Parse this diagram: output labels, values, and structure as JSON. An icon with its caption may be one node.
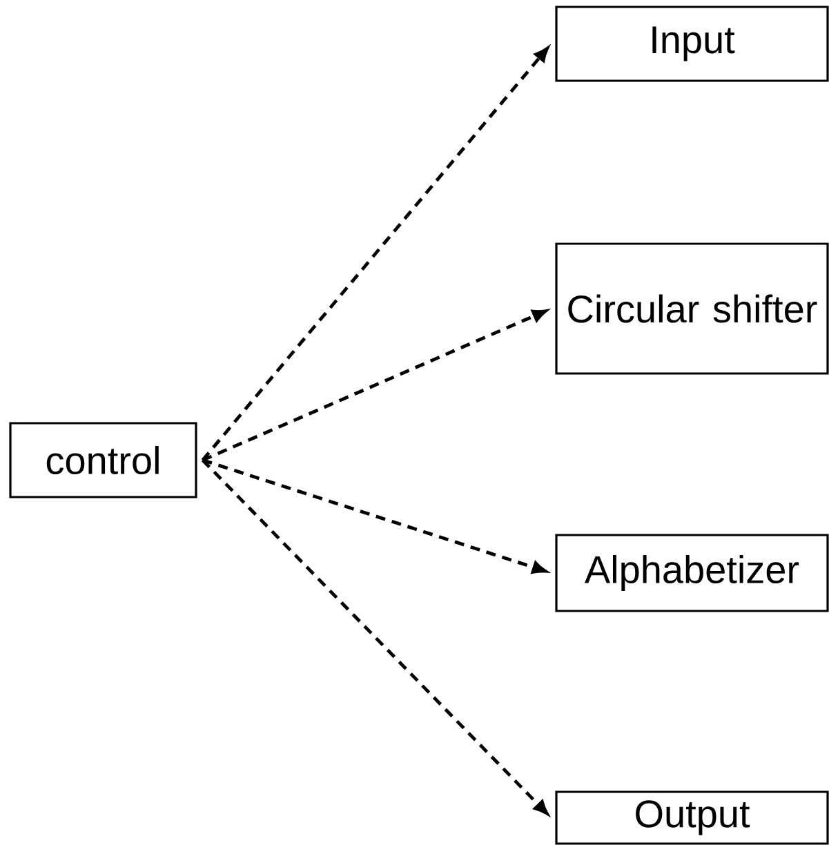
{
  "diagram": {
    "nodes": [
      {
        "text": [
          "control"
        ]
      },
      {
        "text": [
          "Input"
        ]
      },
      {
        "text": [
          "Circular shifter"
        ]
      },
      {
        "text": [
          "Alphabetizer"
        ]
      },
      {
        "text": [
          "Output"
        ]
      }
    ],
    "edges": [
      {
        "from": 0,
        "to": 1,
        "arrow": "to",
        "style": "dashed"
      },
      {
        "from": 0,
        "to": 2,
        "arrow": "to",
        "style": "dashed"
      },
      {
        "from": 0,
        "to": 3,
        "arrow": "to",
        "style": "dashed"
      },
      {
        "from": 0,
        "to": 4,
        "arrow": "to",
        "style": "dashed"
      }
    ]
  }
}
